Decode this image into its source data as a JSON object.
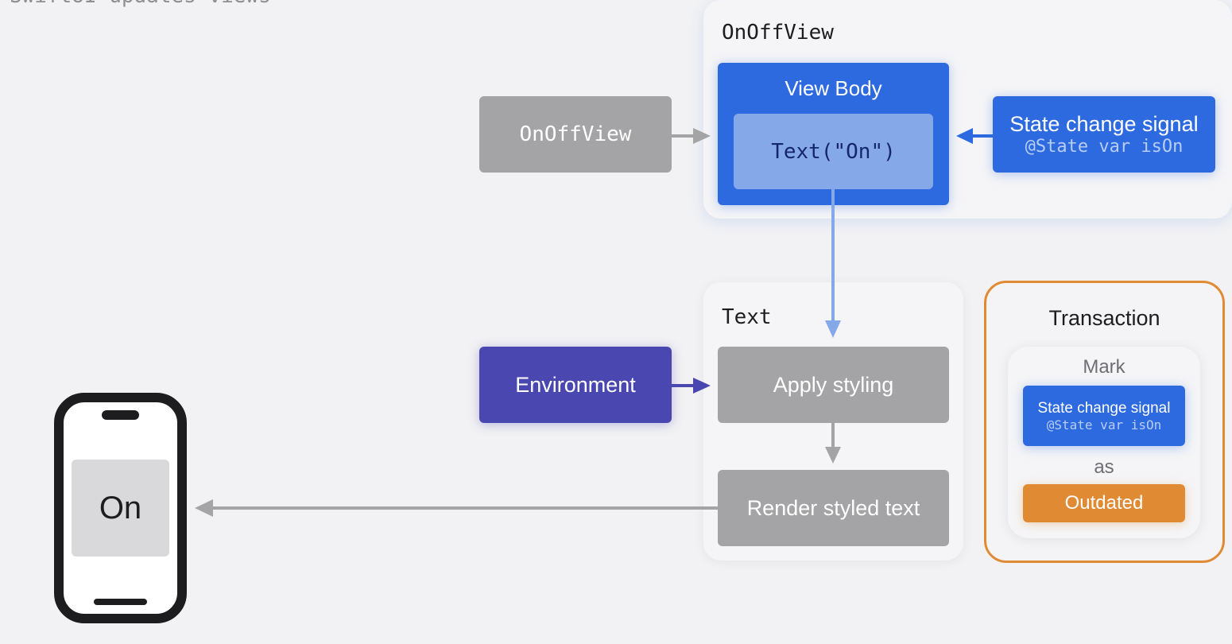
{
  "title": "SwiftUI updates views",
  "onoffview_panel": {
    "label": "OnOffView",
    "view_body": "View Body",
    "text_call": "Text(\"On\")"
  },
  "onoffview_node": "OnOffView",
  "state_signal": {
    "title": "State change signal",
    "code": "@State var isOn"
  },
  "text_panel": {
    "label": "Text",
    "apply": "Apply styling",
    "render": "Render styled text"
  },
  "environment": "Environment",
  "transaction": {
    "title": "Transaction",
    "mark": "Mark",
    "signal_title": "State change signal",
    "signal_code": "@State var isOn",
    "as": "as",
    "outdated": "Outdated"
  },
  "phone": {
    "screen_text": "On"
  },
  "colors": {
    "blue": "#2d6ae0",
    "purple": "#4b47b0",
    "gray": "#a4a4a6",
    "orange": "#e08a34"
  }
}
